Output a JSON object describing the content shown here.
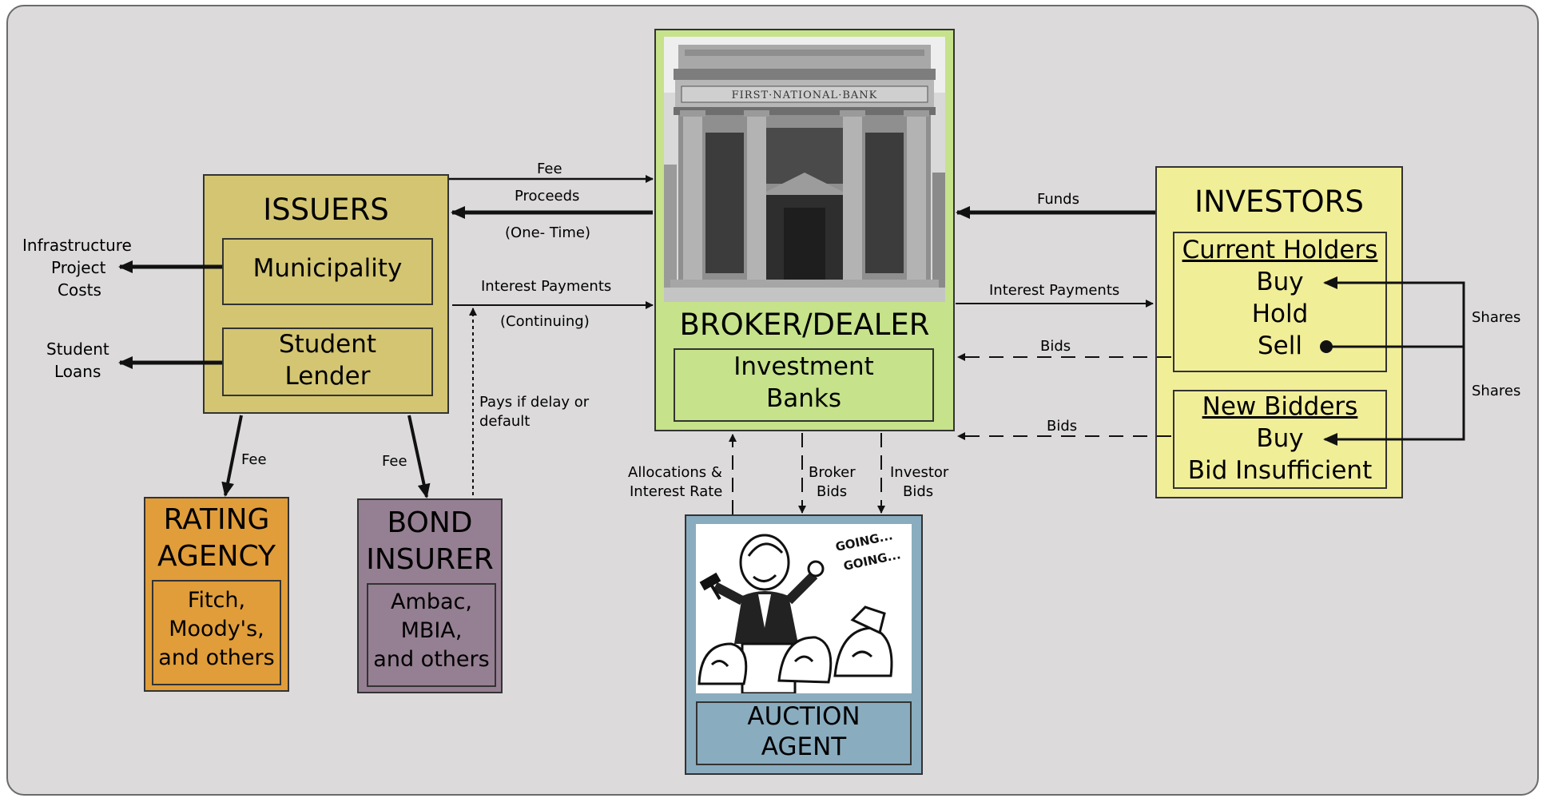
{
  "colors": {
    "background": "#dcdada",
    "issuers": "#d4c572",
    "rating_agency": "#e09d3a",
    "bond_insurer": "#957f92",
    "broker_dealer": "#c6e28a",
    "investors": "#f1ee98",
    "auction_agent": "#8aacbf"
  },
  "issuers": {
    "title": "ISSUERS",
    "municipality": "Municipality",
    "student_lender_line1": "Student",
    "student_lender_line2": "Lender"
  },
  "outputs": {
    "infra_line1": "Infrastructure",
    "infra_line2": "Project",
    "infra_line3": "Costs",
    "student_loans_line1": "Student",
    "student_loans_line2": "Loans"
  },
  "rating_agency": {
    "title_line1": "RATING",
    "title_line2": "AGENCY",
    "members_line1": "Fitch,",
    "members_line2": "Moody's,",
    "members_line3": "and others"
  },
  "bond_insurer": {
    "title_line1": "BOND",
    "title_line2": "INSURER",
    "members_line1": "Ambac,",
    "members_line2": "MBIA,",
    "members_line3": "and others"
  },
  "broker_dealer": {
    "bank_sign": "FIRST·NATIONAL·BANK",
    "title": "BROKER/DEALER",
    "inner_line1": "Investment",
    "inner_line2": "Banks"
  },
  "investors": {
    "title": "INVESTORS",
    "current_holders": {
      "heading": "Current Holders",
      "buy": "Buy",
      "hold": "Hold",
      "sell": "Sell"
    },
    "new_bidders": {
      "heading": "New Bidders",
      "buy": "Buy",
      "bid_insufficient": "Bid Insufficient"
    }
  },
  "auction_agent": {
    "cartoon_text_line1": "GOING...",
    "cartoon_text_line2": "GOING...",
    "title_line1": "AUCTION",
    "title_line2": "AGENT"
  },
  "flows": {
    "fee_top": "Fee",
    "proceeds": "Proceeds",
    "one_time": "(One- Time)",
    "interest_payments_left": "Interest Payments",
    "continuing": "(Continuing)",
    "pays_line1": "Pays if delay or",
    "pays_line2": "default",
    "fee_rating": "Fee",
    "fee_insurer": "Fee",
    "funds": "Funds",
    "interest_payments_right": "Interest Payments",
    "bids_current": "Bids",
    "bids_new": "Bids",
    "shares_top": "Shares",
    "shares_bottom": "Shares",
    "allocations_line1": "Allocations &",
    "allocations_line2": "Interest Rate",
    "broker_bids_line1": "Broker",
    "broker_bids_line2": "Bids",
    "investor_bids_line1": "Investor",
    "investor_bids_line2": "Bids"
  }
}
